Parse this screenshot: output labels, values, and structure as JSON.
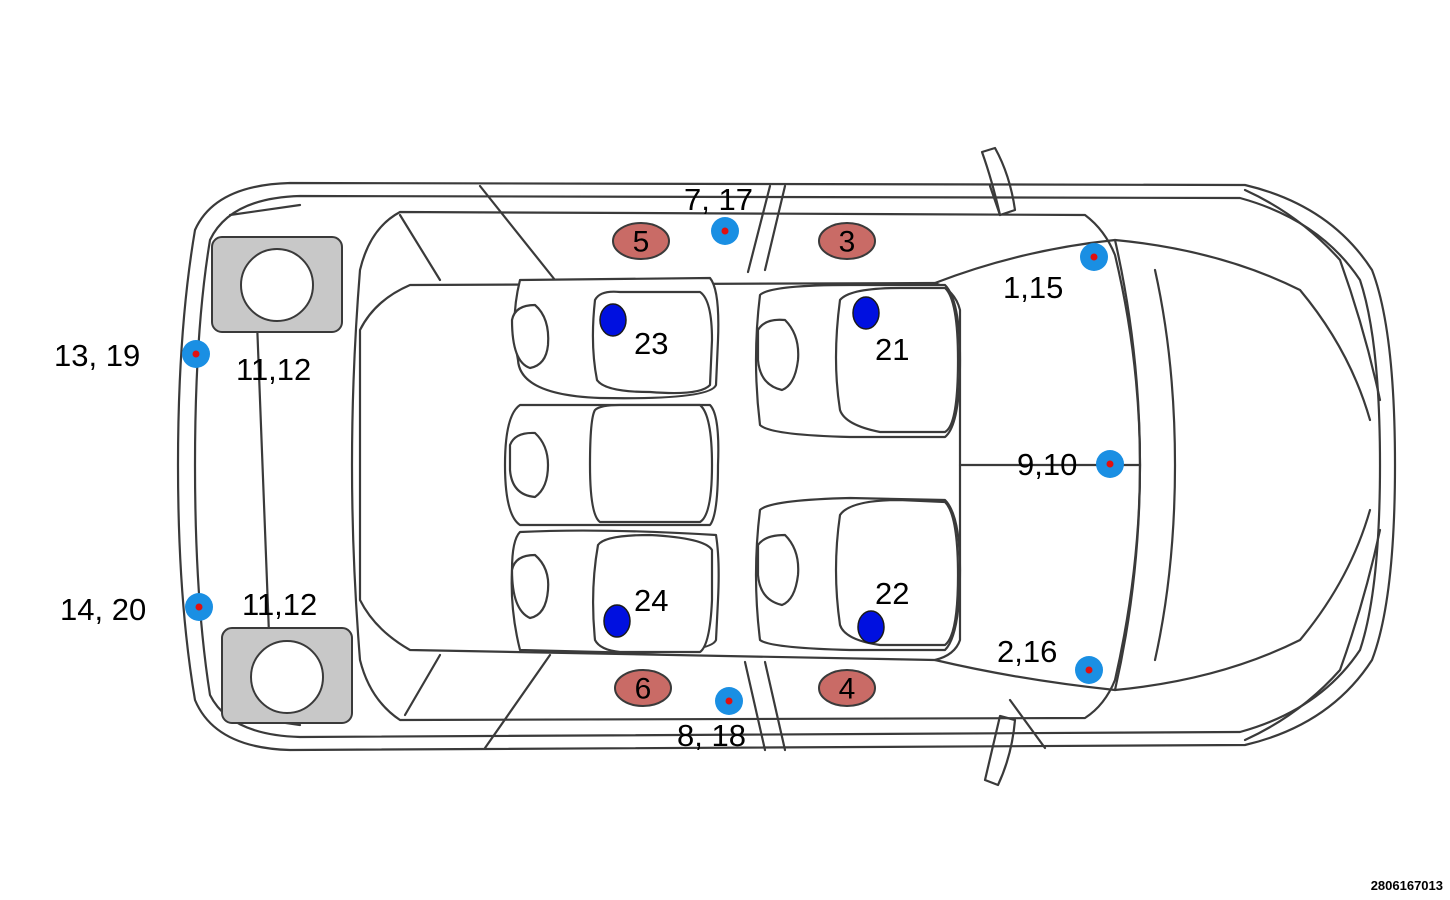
{
  "colors": {
    "outline": "#3a3a3a",
    "wheel_box": "#c8c8c8",
    "zone_fill": "#c96b66",
    "sensor_outer": "#1a8fe3",
    "sensor_inner": "#e01010",
    "seat_sensor": "#0010e0"
  },
  "zones": [
    {
      "id": "zone-5",
      "label": "5"
    },
    {
      "id": "zone-3",
      "label": "3"
    },
    {
      "id": "zone-6",
      "label": "6"
    },
    {
      "id": "zone-4",
      "label": "4"
    }
  ],
  "sensors": [
    {
      "id": "sensor-7-17",
      "label": "7, 17"
    },
    {
      "id": "sensor-1-15",
      "label": "1,15"
    },
    {
      "id": "sensor-13-19",
      "label": "13, 19"
    },
    {
      "id": "sensor-9-10",
      "label": "9,10"
    },
    {
      "id": "sensor-14-20",
      "label": "14, 20"
    },
    {
      "id": "sensor-2-16",
      "label": "2,16"
    },
    {
      "id": "sensor-8-18",
      "label": "8, 18"
    }
  ],
  "seat_sensors": [
    {
      "id": "seat-sensor-23",
      "label": "23"
    },
    {
      "id": "seat-sensor-21",
      "label": "21"
    },
    {
      "id": "seat-sensor-24",
      "label": "24"
    },
    {
      "id": "seat-sensor-22",
      "label": "22"
    }
  ],
  "wheels": [
    {
      "id": "wheel-rear-top",
      "label": "11,12"
    },
    {
      "id": "wheel-rear-bottom",
      "label": "11,12"
    }
  ],
  "reference_code": "2806167013"
}
